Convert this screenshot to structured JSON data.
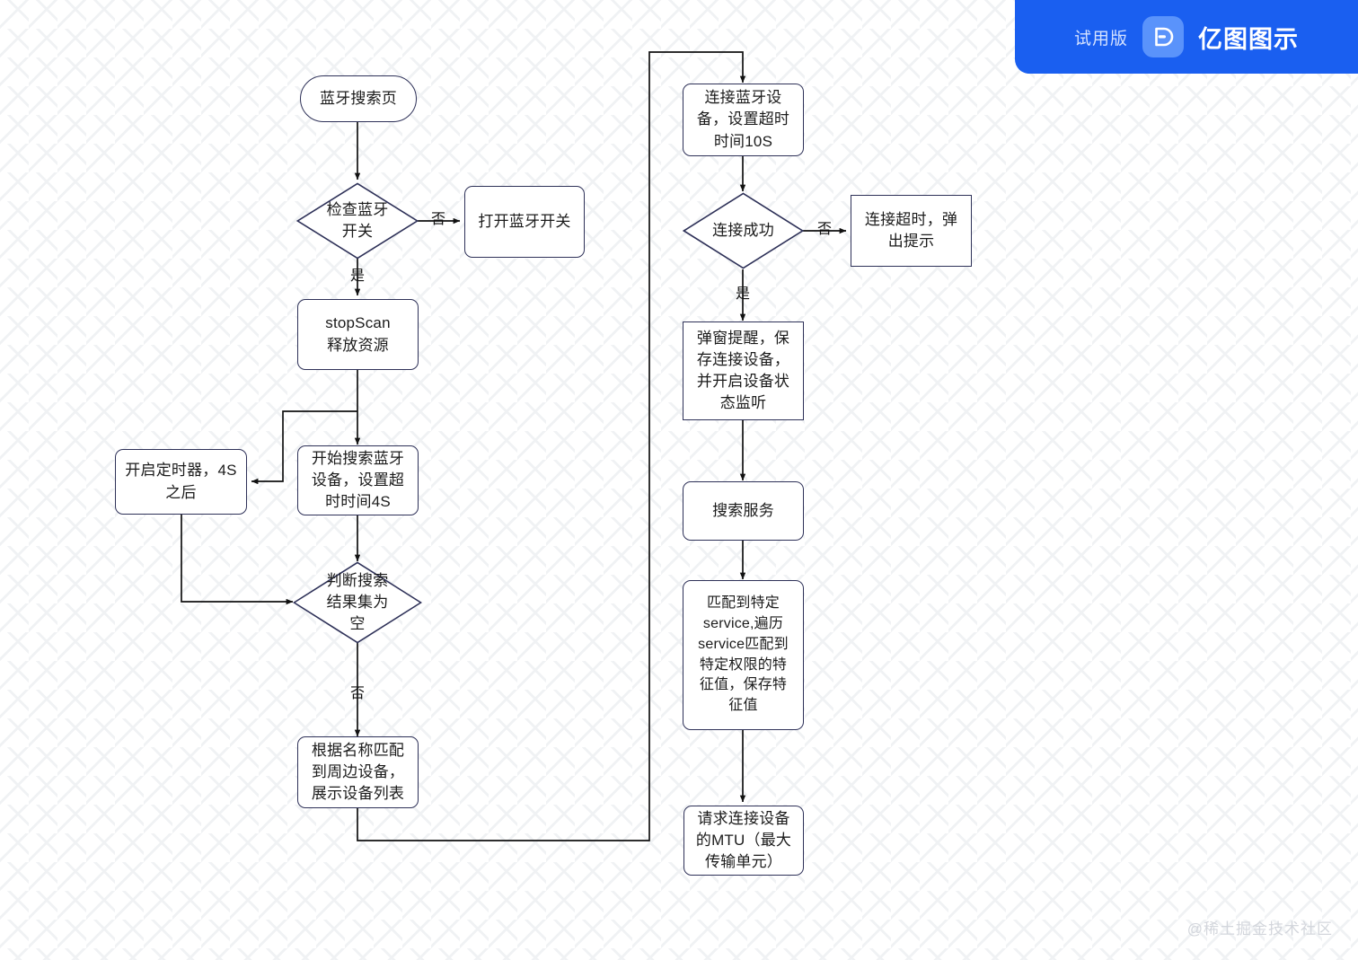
{
  "brand": {
    "trial_label": "试用版",
    "product_name": "亿图图示",
    "logo_icon": "edraw-logo-icon",
    "accent_color": "#1a5ff0",
    "logo_tile_color": "#5a93fb"
  },
  "credit": {
    "text": "@稀土掘金技术社区"
  },
  "diagram": {
    "title": "蓝牙搜索与连接流程图",
    "node_border_color": "#2e3158",
    "node_fill_color": "#ffffff",
    "nodes": [
      {
        "id": "start",
        "shape": "stadium",
        "label": "蓝牙搜索页"
      },
      {
        "id": "check_bt",
        "shape": "diamond",
        "label": "检查蓝牙\n开关"
      },
      {
        "id": "open_bt",
        "shape": "round",
        "label": "打开蓝牙开关"
      },
      {
        "id": "stop_scan",
        "shape": "round",
        "label": "stopScan\n释放资源"
      },
      {
        "id": "timer_4s",
        "shape": "round",
        "label": "开启定时器，4S\n之后"
      },
      {
        "id": "start_scan",
        "shape": "round",
        "label": "开始搜索蓝牙\n设备，设置超\n时时间4S"
      },
      {
        "id": "result_empty",
        "shape": "diamond",
        "label": "判断搜索\n结果集为\n空"
      },
      {
        "id": "match_name",
        "shape": "round",
        "label": "根据名称匹配\n到周边设备，\n展示设备列表"
      },
      {
        "id": "connect_bt",
        "shape": "round",
        "label": "连接蓝牙设\n备，设置超时\n时间10S"
      },
      {
        "id": "conn_ok",
        "shape": "diamond",
        "label": "连接成功"
      },
      {
        "id": "conn_timeout",
        "shape": "sharp",
        "label": "连接超时，弹\n出提示"
      },
      {
        "id": "popup_save",
        "shape": "sharp",
        "label": "弹窗提醒，保\n存连接设备，\n并开启设备状\n态监听"
      },
      {
        "id": "search_svc",
        "shape": "round",
        "label": "搜索服务"
      },
      {
        "id": "match_svc",
        "shape": "round",
        "label": "匹配到特定\nservice,遍历\nservice匹配到\n特定权限的特\n征值，保存特\n征值"
      },
      {
        "id": "request_mtu",
        "shape": "round",
        "label": "请求连接设备\n的MTU（最大\n传输单元）"
      }
    ],
    "edge_labels": [
      {
        "id": "check_bt_no",
        "text": "否"
      },
      {
        "id": "check_bt_yes",
        "text": "是"
      },
      {
        "id": "empty_no",
        "text": "否"
      },
      {
        "id": "conn_ok_no",
        "text": "否"
      },
      {
        "id": "conn_ok_yes",
        "text": "是"
      }
    ]
  }
}
